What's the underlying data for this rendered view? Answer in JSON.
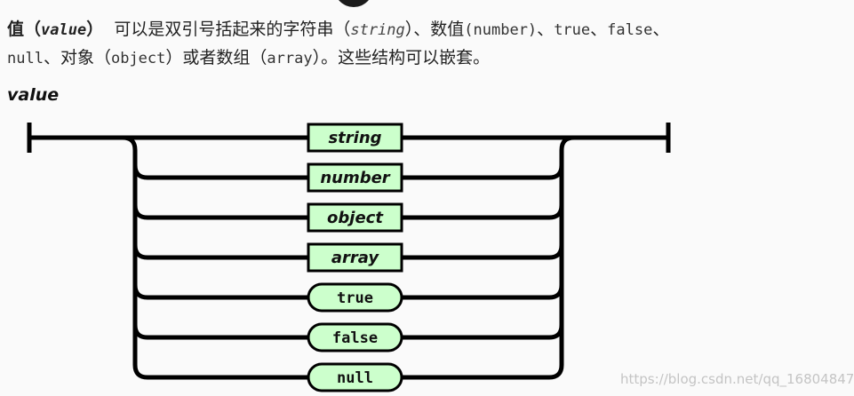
{
  "paragraph": {
    "line1": {
      "t1": "值",
      "t2": "（",
      "t3": "value",
      "t4": "）",
      "t5": "可以是双引号括起来的字符串（",
      "t6": "string",
      "t7": "）、数值",
      "t8": "(number)",
      "t9": "、",
      "t10": "true",
      "t11": "、",
      "t12": "false",
      "t13": "、"
    },
    "line2": {
      "t1": "null",
      "t2": "、对象（",
      "t3": "object",
      "t4": "）或者数组（",
      "t5": "array",
      "t6": "）。这些结构可以嵌套。"
    }
  },
  "diagram": {
    "title": "value",
    "items": [
      {
        "label": "string",
        "shape": "box"
      },
      {
        "label": "number",
        "shape": "box"
      },
      {
        "label": "object",
        "shape": "box"
      },
      {
        "label": "array",
        "shape": "box"
      },
      {
        "label": "true",
        "shape": "pill"
      },
      {
        "label": "false",
        "shape": "pill"
      },
      {
        "label": "null",
        "shape": "pill"
      }
    ],
    "colors": {
      "node_fill": "#ccffcc",
      "line": "#000000"
    }
  },
  "watermark": "https://blog.csdn.net/qq_16804847"
}
